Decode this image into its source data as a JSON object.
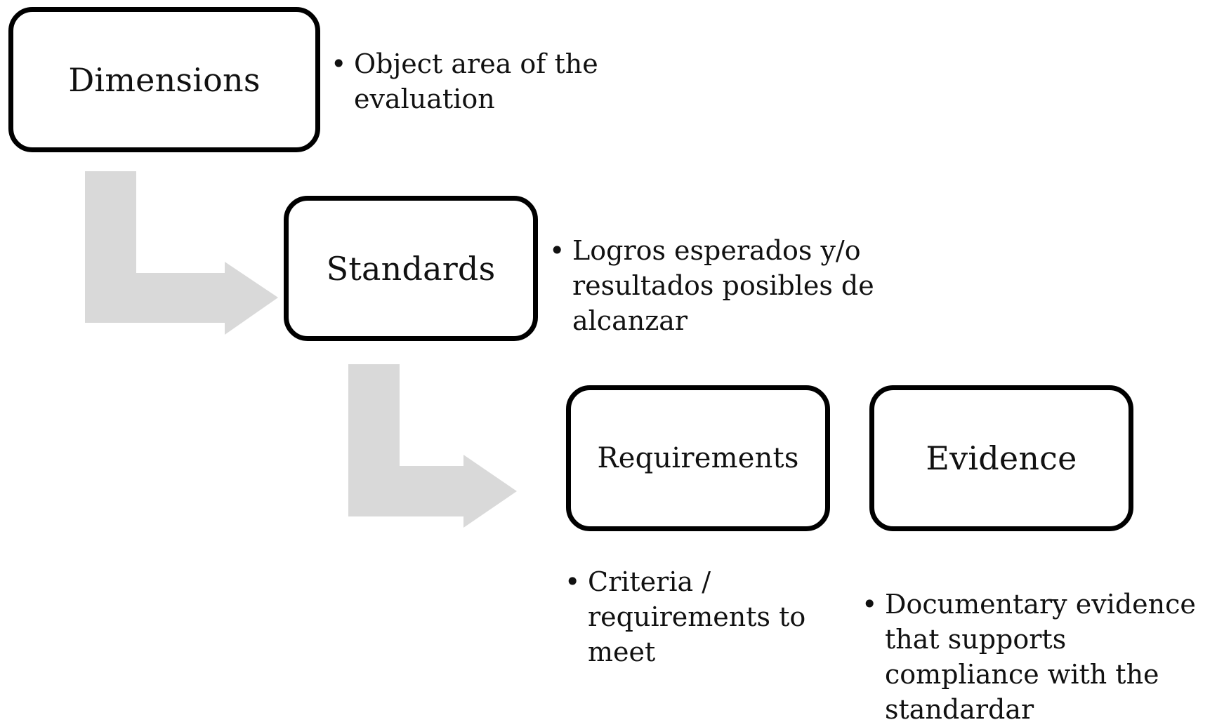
{
  "diagram": {
    "nodes": [
      {
        "id": "dimensions",
        "label": "Dimensions",
        "note": "Object area of the evaluation"
      },
      {
        "id": "standards",
        "label": "Standards",
        "note": "Logros esperados y/o resultados posibles de alcanzar"
      },
      {
        "id": "requirements",
        "label": "Requirements",
        "note": "Criteria / requirements to meet"
      },
      {
        "id": "evidence",
        "label": "Evidence",
        "note": "Documentary evidence that supports compliance with the standardar"
      }
    ],
    "edges": [
      {
        "from": "dimensions",
        "to": "standards"
      },
      {
        "from": "standards",
        "to": "requirements"
      }
    ],
    "arrow_color": "#d9d9d9",
    "border_color": "#000000"
  }
}
